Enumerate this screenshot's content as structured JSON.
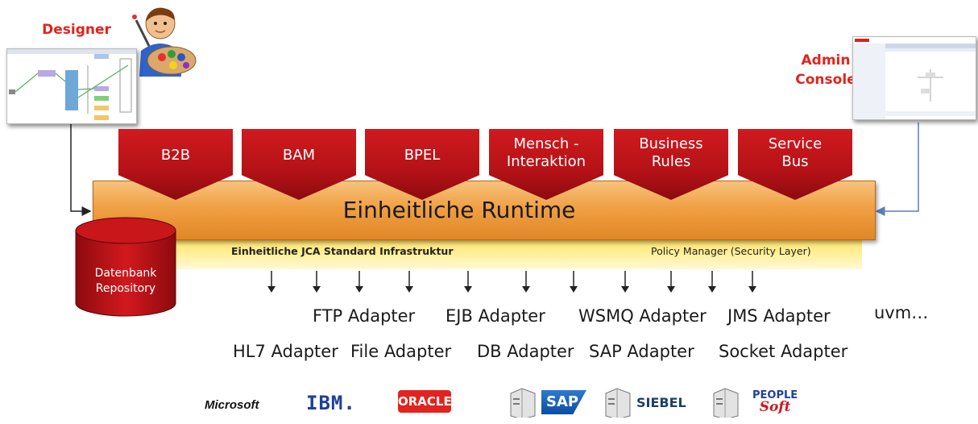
{
  "roles": {
    "designer": "Designer",
    "admin_line1": "Admin",
    "admin_line2": "Console"
  },
  "components": [
    {
      "line1": "B2B",
      "line2": ""
    },
    {
      "line1": "BAM",
      "line2": ""
    },
    {
      "line1": "BPEL",
      "line2": ""
    },
    {
      "line1": "Mensch -",
      "line2": "Interaktion"
    },
    {
      "line1": "Business",
      "line2": "Rules"
    },
    {
      "line1": "Service",
      "line2": "Bus"
    }
  ],
  "runtime": {
    "title": "Einheitliche Runtime",
    "jca": "Einheitliche JCA Standard Infrastruktur",
    "policy": "Policy Manager (Security Layer)"
  },
  "repository": {
    "line1": "Datenbank",
    "line2": "Repository"
  },
  "adapters_row1": [
    "FTP Adapter",
    "EJB Adapter",
    "WSMQ Adapter",
    "JMS Adapter",
    "uvm…"
  ],
  "adapters_row2": [
    "HL7 Adapter",
    "File Adapter",
    "DB Adapter",
    "SAP Adapter",
    "Socket Adapter"
  ],
  "vendors": {
    "microsoft": "Microsoft",
    "ibm": "IBM.",
    "oracle": "ORACLE",
    "sap": "SAP",
    "siebel": "SIEBEL",
    "peoplesoft_line1": "PEOPLE",
    "peoplesoft_line2": "Soft"
  },
  "colors": {
    "component_red": "#b31217",
    "runtime_orange": "#f0a044",
    "jca_yellow": "#ffe36a",
    "role_red": "#e3231d",
    "connector_blue": "#5b7fb8"
  }
}
